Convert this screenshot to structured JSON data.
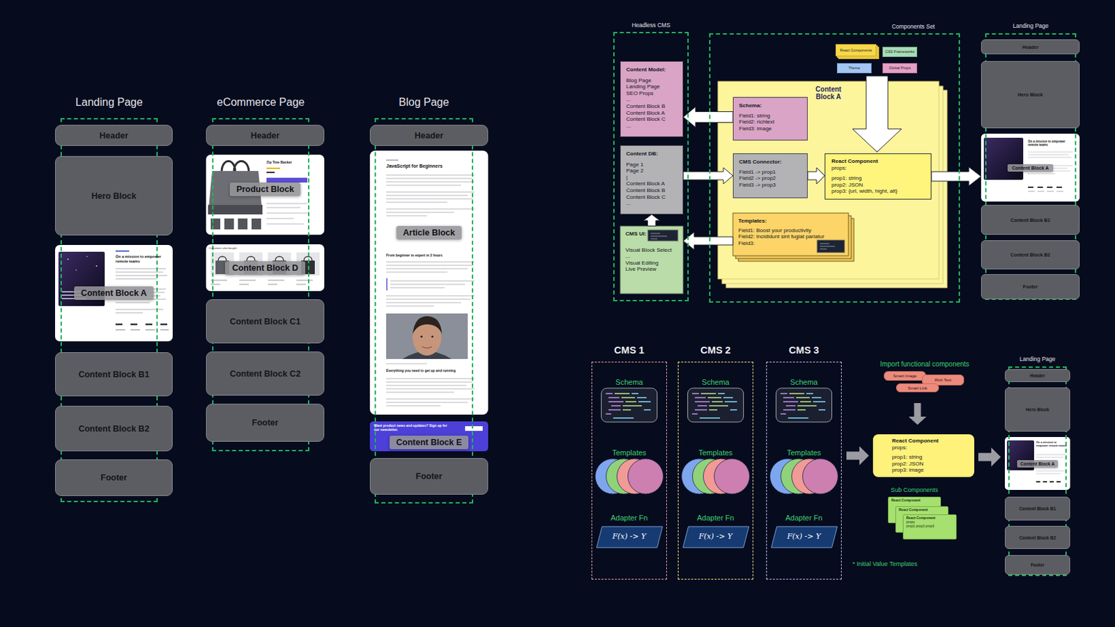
{
  "diagram": {
    "nodes": [
      {
        "text": [
          "Landing Page"
        ]
      },
      {
        "text": [
          "Header"
        ],
        "in": 0
      },
      {
        "text": [
          "Hero Block"
        ],
        "in": 0
      },
      {
        "text": [
          "Content Block A"
        ],
        "in": 0
      },
      {
        "text": [
          "Content Block B1"
        ],
        "in": 0
      },
      {
        "text": [
          "Content Block B2"
        ],
        "in": 0
      },
      {
        "text": [
          "Footer"
        ],
        "in": 0
      },
      {
        "text": [
          "eCommerce Page"
        ]
      },
      {
        "text": [
          "Header"
        ],
        "in": 7
      },
      {
        "text": [
          "Product Block"
        ],
        "in": 7
      },
      {
        "text": [
          "Content Block D"
        ],
        "in": 7
      },
      {
        "text": [
          "Content Block C1"
        ],
        "in": 7
      },
      {
        "text": [
          "Content Block C2"
        ],
        "in": 7
      },
      {
        "text": [
          "Footer"
        ],
        "in": 7
      },
      {
        "text": [
          "Blog Page"
        ]
      },
      {
        "text": [
          "Header"
        ],
        "in": 14
      },
      {
        "text": [
          "Article Block"
        ],
        "in": 14
      },
      {
        "text": [
          "Content Block E"
        ],
        "in": 14
      },
      {
        "text": [
          "Footer"
        ],
        "in": 14
      },
      {
        "text": [
          "Headless CMS"
        ]
      },
      {
        "text": [
          "Content Model:",
          "Blog Page",
          "Landing Page",
          "SEO Props",
          "...",
          "Content Block B",
          "Content Block A",
          "Content Block C",
          "..."
        ],
        "in": 19
      },
      {
        "text": [
          "Content DB:",
          "Page 1",
          "Page 2",
          "|",
          "Content Block A",
          "Content Block B",
          "Content Block C",
          "..."
        ],
        "in": 19
      },
      {
        "text": [
          "CMS UI:",
          "Visual Block Select",
          "...",
          "Visual Editing",
          "Live Preview"
        ],
        "in": 19
      },
      {
        "text": [
          "Components Set"
        ]
      },
      {
        "text": [
          "React Components"
        ],
        "in": 23
      },
      {
        "text": [
          "CSS Frameworks"
        ],
        "in": 23
      },
      {
        "text": [
          "Theme"
        ],
        "in": 23
      },
      {
        "text": [
          "Global Props"
        ],
        "in": 23
      },
      {
        "text": [
          "Content Block A"
        ],
        "in": 23
      },
      {
        "text": [
          "Schema:",
          "Field1: string",
          "Field2: richtext",
          "Field3: image"
        ],
        "in": 28
      },
      {
        "text": [
          "CMS Connector:",
          "Field1 -> prop1",
          "Field2 -> prop2",
          "Field3 -> prop3"
        ],
        "in": 28
      },
      {
        "text": [
          "React Component",
          "props:",
          "prop1: string",
          "prop2: JSON",
          "prop3: {url, width, hight, alt}"
        ],
        "in": 28
      },
      {
        "text": [
          "Templates:",
          "Field1: Boost your productivity",
          "Field2: Incididunt sint fugiat pariatur",
          "Field3:"
        ],
        "in": 28
      },
      {
        "text": [
          "Landing Page"
        ]
      },
      {
        "text": [
          "Header"
        ],
        "in": 33
      },
      {
        "text": [
          "Hero Block"
        ],
        "in": 33
      },
      {
        "text": [
          "Content Block A"
        ],
        "in": 33
      },
      {
        "text": [
          "Content Block B1"
        ],
        "in": 33
      },
      {
        "text": [
          "Content Block B2"
        ],
        "in": 33
      },
      {
        "text": [
          "Footer"
        ],
        "in": 33
      },
      {
        "text": [
          "CMS 1"
        ]
      },
      {
        "text": [
          "Schema"
        ],
        "in": 40
      },
      {
        "text": [
          "Templates"
        ],
        "in": 40
      },
      {
        "text": [
          "Adapter Fn",
          "F(x) -> Y"
        ],
        "in": 40
      },
      {
        "text": [
          "CMS 2"
        ]
      },
      {
        "text": [
          "Schema"
        ],
        "in": 44
      },
      {
        "text": [
          "Templates"
        ],
        "in": 44
      },
      {
        "text": [
          "Adapter Fn",
          "F(x) -> Y"
        ],
        "in": 44
      },
      {
        "text": [
          "CMS 3"
        ]
      },
      {
        "text": [
          "Schema"
        ],
        "in": 48
      },
      {
        "text": [
          "Templates"
        ],
        "in": 48
      },
      {
        "text": [
          "Adapter Fn",
          "F(x) -> Y"
        ],
        "in": 48
      },
      {
        "text": [
          "Smart Image"
        ]
      },
      {
        "text": [
          "Rich Text"
        ]
      },
      {
        "text": [
          "Smart Link"
        ]
      },
      {
        "text": [
          "React Component",
          "props:",
          "prop1: string",
          "prop2: JSON",
          "prop3: image"
        ]
      },
      {
        "text": [
          "React Component"
        ]
      },
      {
        "text": [
          "React Component"
        ]
      },
      {
        "text": [
          "React Component",
          "props",
          "prop1 prop2 prop3"
        ]
      },
      {
        "text": [
          "Landing Page"
        ]
      },
      {
        "text": [
          "Header"
        ],
        "in": 59
      },
      {
        "text": [
          "Hero Block"
        ],
        "in": 59
      },
      {
        "text": [
          "Content Block A"
        ],
        "in": 59
      },
      {
        "text": [
          "Content Block B1"
        ],
        "in": 59
      },
      {
        "text": [
          "Content Block B2"
        ],
        "in": 59
      },
      {
        "text": [
          "Footer"
        ],
        "in": 59
      }
    ],
    "edges": [
      {
        "from": 29,
        "to": 20,
        "arrow": "to"
      },
      {
        "from": 21,
        "to": 30,
        "arrow": "to"
      },
      {
        "from": 30,
        "to": 31,
        "arrow": "to"
      },
      {
        "from": 31,
        "to": 36,
        "arrow": "to"
      },
      {
        "from": 32,
        "to": 22,
        "arrow": "to"
      },
      {
        "from": 22,
        "to": 21,
        "arrow": "to"
      },
      {
        "from": 48,
        "to": 55,
        "arrow": "to"
      },
      {
        "from": 55,
        "to": 62,
        "arrow": "to"
      },
      {
        "from": 54,
        "to": 55,
        "arrow": "to"
      }
    ],
    "labels": [
      "On a mission to empower remote teams",
      "Zip Tote Basket",
      "Customers also bought",
      "JavaScript for Beginners",
      "From beginner to expert in 2 hours",
      "Everything you need to get up and running",
      "Want product news and updates? Sign up for our newsletter.",
      "On a mission to empower remote teams",
      "On a mission to empower remote teams",
      "Import functional components",
      "Sub Components",
      "* Initial Value Templates"
    ]
  }
}
